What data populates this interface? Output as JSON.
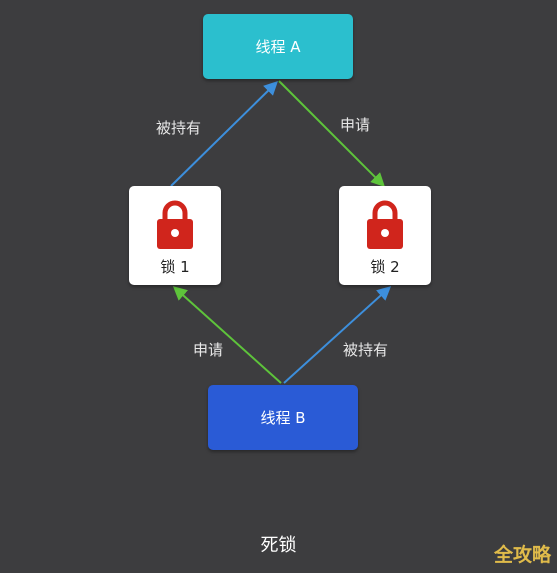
{
  "nodes": {
    "thread_a": "线程 A",
    "thread_b": "线程 B",
    "lock_1": "锁 1",
    "lock_2": "锁 2"
  },
  "edges": {
    "a_holds_lock1": "被持有",
    "a_requests_lock2": "申请",
    "b_requests_lock1": "申请",
    "b_holds_lock2": "被持有"
  },
  "caption": "死锁",
  "watermark": "全攻略",
  "colors": {
    "background": "#3d3d3f",
    "thread_a": "#2bbfce",
    "thread_b": "#2a5bd6",
    "lock_icon": "#d0251c",
    "hold_arrow": "#3d8fdc",
    "request_arrow": "#5ec43b",
    "watermark": "#f2c94c"
  },
  "icons": {
    "lock": "lock-icon"
  }
}
